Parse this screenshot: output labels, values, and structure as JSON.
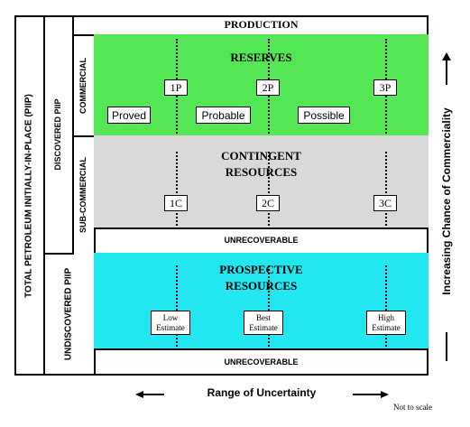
{
  "labels": {
    "total_piip": "TOTAL PETROLEUM INITIALLY-IN-PLACE (PIIP)",
    "discovered_piip": "DISCOVERED PIIP",
    "undiscovered_piip": "UNDISCOVERED PIIP",
    "commercial": "COMMERCIAL",
    "sub_commercial": "SUB-COMMERCIAL",
    "production": "PRODUCTION",
    "reserves": "RESERVES",
    "contingent_line1": "CONTINGENT",
    "contingent_line2": "RESOURCES",
    "prospective_line1": "PROSPECTIVE",
    "prospective_line2": "RESOURCES",
    "unrecoverable_1": "UNRECOVERABLE",
    "unrecoverable_2": "UNRECOVERABLE",
    "increasing_chance": "Increasing Chance of Commerciality",
    "range_of_uncertainty": "Range of Uncertainty",
    "not_to_scale": "Not to scale"
  },
  "reserves_markers": [
    "1P",
    "2P",
    "3P"
  ],
  "reserves_categories": [
    "Proved",
    "Probable",
    "Possible"
  ],
  "contingent_markers": [
    "1C",
    "2C",
    "3C"
  ],
  "estimates": [
    "Low\nEstimate",
    "Best\nEstimate",
    "High\nEstimate"
  ],
  "colors": {
    "reserves": "#55e655",
    "contingent": "#d9d9d9",
    "prospective": "#22e6f0"
  }
}
